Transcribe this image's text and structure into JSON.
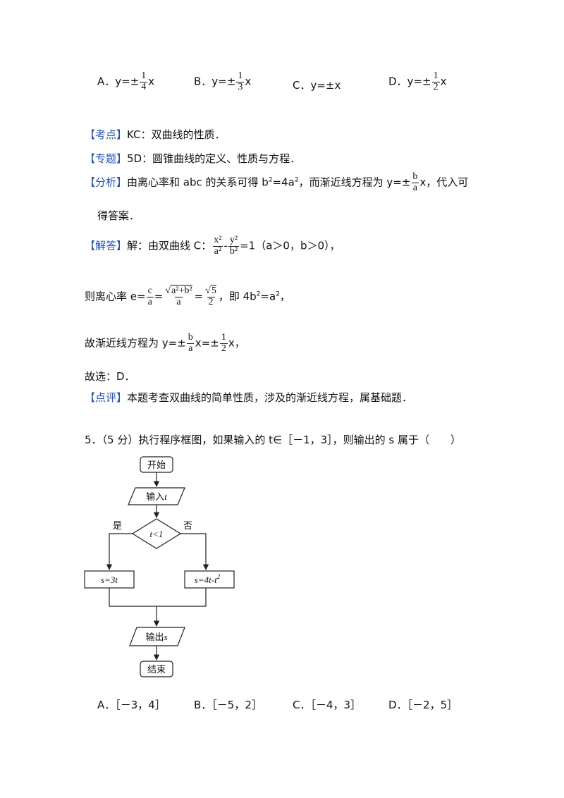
{
  "options_prev": {
    "a_label": "A．y=",
    "a_pm": "±",
    "a_num": "1",
    "a_den": "4",
    "a_x": "x",
    "b_label": "B．y=",
    "b_pm": "±",
    "b_num": "1",
    "b_den": "3",
    "b_x": "x",
    "c_label": "C．y=±x",
    "d_label": "D．y=",
    "d_pm": "±",
    "d_num": "1",
    "d_den": "2",
    "d_x": "x"
  },
  "solution": {
    "kaodian_tag": "【考点】",
    "kaodian_text": "KC：双曲线的性质．",
    "zhuanti_tag": "【专题】",
    "zhuanti_text": "5D：圆锥曲线的定义、性质与方程．",
    "fenxi_tag": "【分析】",
    "fenxi_text1": "由离心率和 abc 的关系可得 b",
    "fenxi_sup1": "2",
    "fenxi_text2": "=4a",
    "fenxi_sup2": "2",
    "fenxi_text3": "，而渐近线方程为 y=±",
    "fenxi_num": "b",
    "fenxi_den": "a",
    "fenxi_text4": "x，代入可",
    "fenxi_line2": "得答案．",
    "jieda_tag": "【解答】",
    "jieda_text1": "解：由双曲线 C：",
    "jieda_num1": "x²",
    "jieda_den1": "a²",
    "jieda_minus": "-",
    "jieda_num2": "y²",
    "jieda_den2": "b²",
    "jieda_text2": "=1（a＞0，b＞0），",
    "ecc_text1": "则离心率 e=",
    "ecc_num1": "c",
    "ecc_den1": "a",
    "ecc_eq1": "=",
    "ecc_num2_rad": "a²+b²",
    "ecc_den2": "a",
    "ecc_eq2": "=",
    "ecc_num3_rad": "5",
    "ecc_den3": "2",
    "ecc_text2": "，即 4b",
    "ecc_sup1": "2",
    "ecc_text3": "=a",
    "ecc_sup2": "2",
    "ecc_text4": "，",
    "asym_text1": "故渐近线方程为 y=±",
    "asym_num1": "b",
    "asym_den1": "a",
    "asym_text2": "x=±",
    "asym_num2": "1",
    "asym_den2": "2",
    "asym_text3": "x，",
    "choose_text": "故选：D．",
    "dianping_tag": "【点评】",
    "dianping_text": "本题考查双曲线的简单性质，涉及的渐近线方程，属基础题．"
  },
  "question5": {
    "stem": "5．（5 分）执行程序框图，如果输入的 t∈［－1，3］，则输出的 s 属于（　　）",
    "flowchart": {
      "start": "开始",
      "input_prefix": "输入",
      "input_var": "t",
      "cond": "t<1",
      "yes": "是",
      "no": "否",
      "left_box": "s=3t",
      "right_box": "s=4t-t",
      "right_sup": "2",
      "output_prefix": "输出",
      "output_var": "s",
      "end": "结束"
    },
    "options": {
      "a": "A．［－3，4］",
      "b": "B．［－5，2］",
      "c": "C．［－4，3］",
      "d": "D．［－2，5］"
    }
  }
}
